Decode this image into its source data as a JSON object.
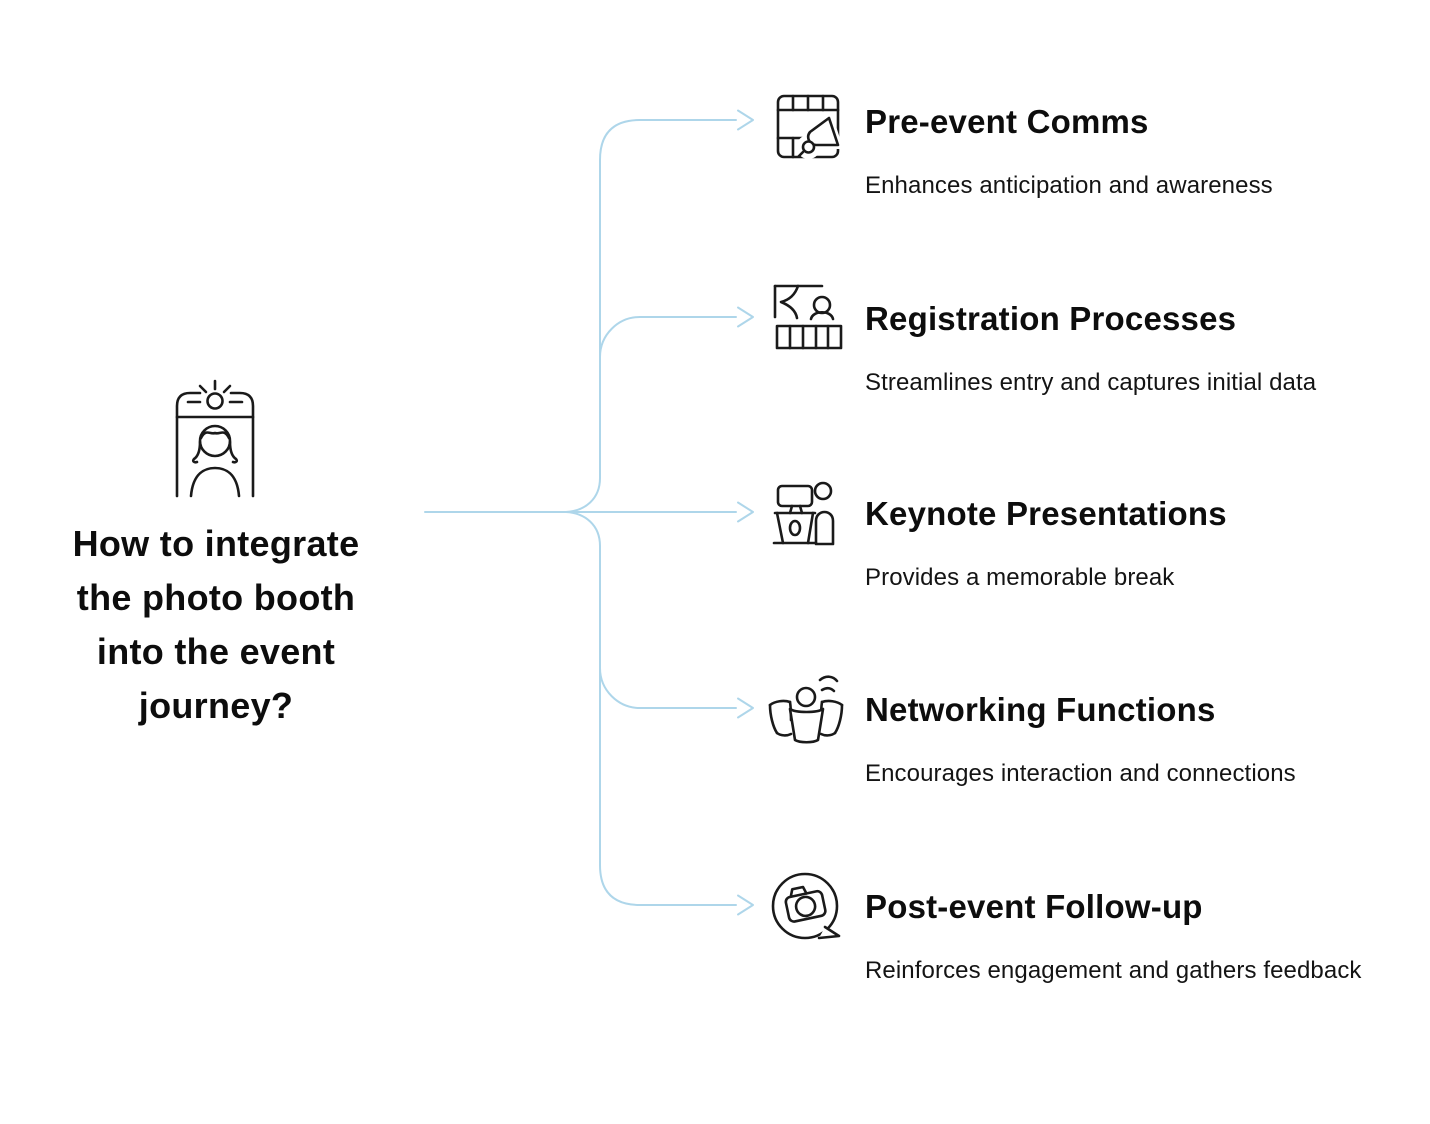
{
  "central": {
    "icon": "photo-booth-icon",
    "title": "How to integrate the photo booth into the event journey?",
    "title_lines": [
      "How to integrate",
      "the photo booth",
      "into the event",
      "journey?"
    ]
  },
  "branches": [
    {
      "icon": "announcement-window-icon",
      "title": "Pre-event Comms",
      "description": "Enhances anticipation and awareness"
    },
    {
      "icon": "check-in-desk-icon",
      "title": "Registration Processes",
      "description": "Streamlines entry and captures initial data"
    },
    {
      "icon": "presenter-podium-icon",
      "title": "Keynote Presentations",
      "description": "Provides a memorable break"
    },
    {
      "icon": "people-mingling-icon",
      "title": "Networking Functions",
      "description": "Encourages interaction and connections"
    },
    {
      "icon": "camera-speech-bubble-icon",
      "title": "Post-event Follow-up",
      "description": "Reinforces engagement and gathers feedback"
    }
  ],
  "colors": {
    "connector": "#aed6ea",
    "icon_stroke": "#1a1a1a",
    "text": "#111111",
    "background": "#ffffff"
  }
}
